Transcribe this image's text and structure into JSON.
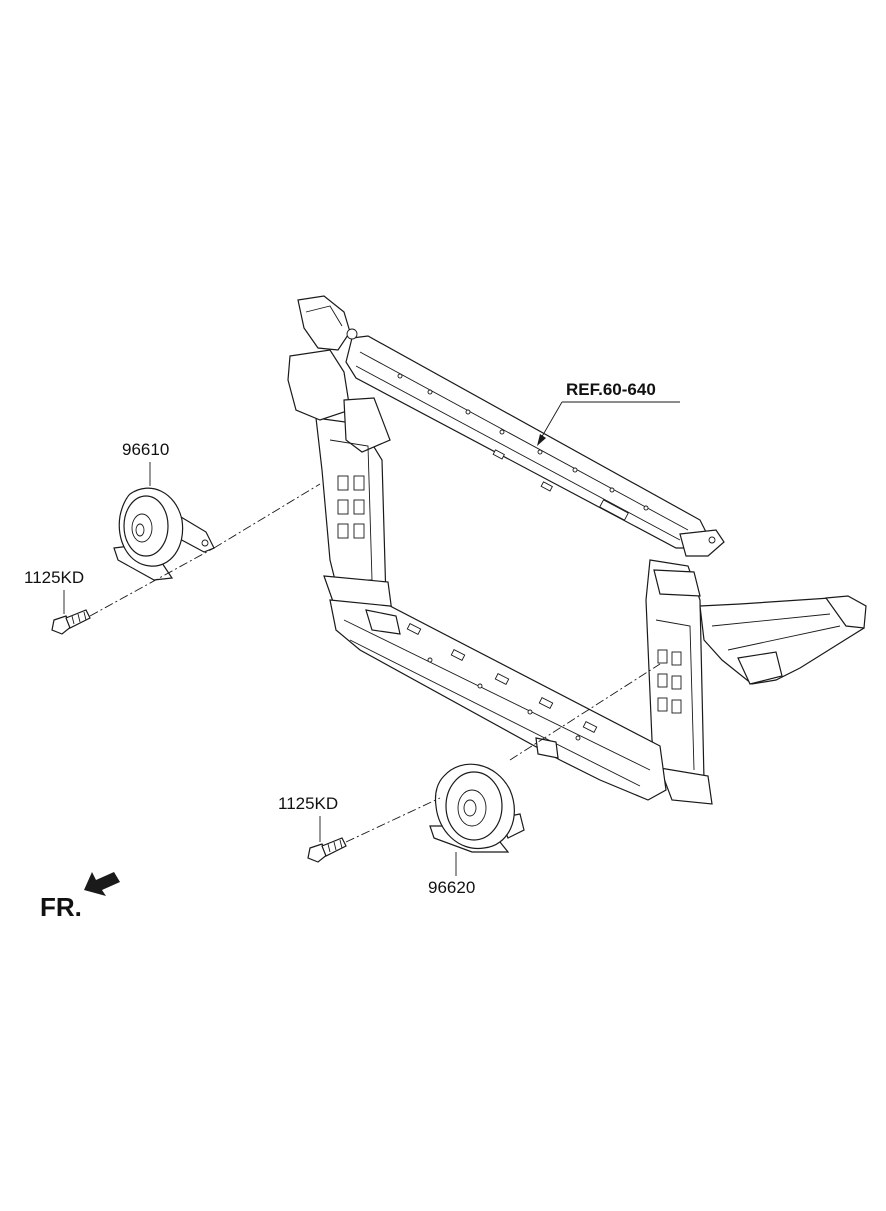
{
  "labels": {
    "reference": "REF.60-640",
    "horn_left_part": "96610",
    "horn_right_part": "96620",
    "bolt_left_part": "1125KD",
    "bolt_right_part": "1125KD",
    "front_direction": "FR."
  },
  "icons": {
    "front_arrow": "front-direction-arrow-icon"
  },
  "colors": {
    "line": "#1a1a1a",
    "background": "#ffffff"
  }
}
